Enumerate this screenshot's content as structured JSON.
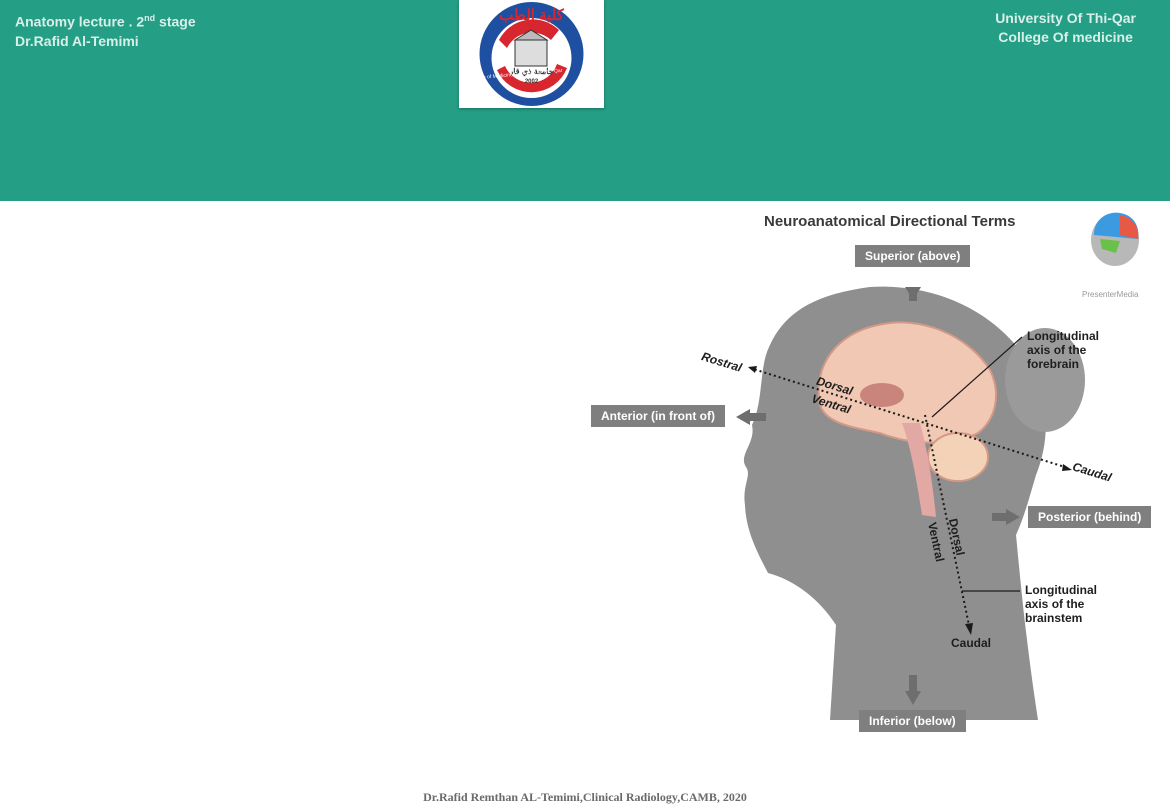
{
  "header": {
    "left_line1_prefix": "Anatomy lecture . 2",
    "left_line1_sup": "nd",
    "left_line1_suffix": " stage",
    "left_line2": "Dr.Rafid Al-Temimi",
    "right_line1": "University Of Thi-Qar",
    "right_line2": "College Of  medicine",
    "logo_arabic_top": "كلية الطب",
    "logo_arabic_mid": "جامعة ذي قار",
    "logo_year": "2002",
    "logo_ring_text": "College of Medicine University of Thi - Qar"
  },
  "figure": {
    "title": "Neuroanatomical Directional Terms",
    "superior": "Superior (above)",
    "inferior": "Inferior (below)",
    "anterior": "Anterior (in front of)",
    "posterior": "Posterior (behind)",
    "rostral": "Rostral",
    "caudal_forebrain": "Caudal",
    "caudal_brainstem": "Caudal",
    "dorsal_forebrain": "Dorsal",
    "ventral_forebrain": "Ventral",
    "dorsal_brainstem": "Dorsal",
    "ventral_brainstem": "Ventral",
    "forebrain_axis_l1": "Longitudinal",
    "forebrain_axis_l2": "axis of the",
    "forebrain_axis_l3": "forebrain",
    "brainstem_axis_l1": "Longitudinal",
    "brainstem_axis_l2": "axis of the",
    "brainstem_axis_l3": "brainstem",
    "watermark": "PresenterMedia"
  },
  "footer": {
    "credit": "Dr.Rafid Remthan AL-Temimi,Clinical Radiology,CAMB, 2020"
  },
  "colors": {
    "header_bg": "#249e85",
    "label_box": "#7f7f7f"
  }
}
